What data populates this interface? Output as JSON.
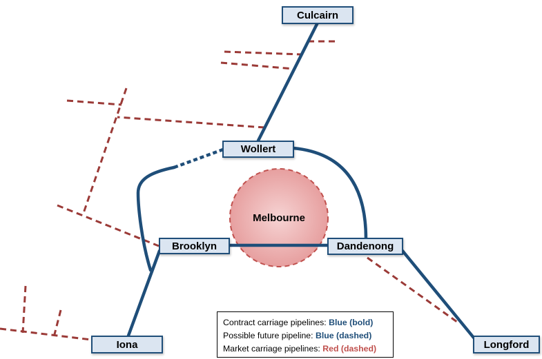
{
  "nodes": {
    "culcairn": "Culcairn",
    "wollert": "Wollert",
    "brooklyn": "Brooklyn",
    "dandenong": "Dandenong",
    "iona": "Iona",
    "longford": "Longford",
    "melbourne": "Melbourne"
  },
  "legend": {
    "contract_label": "Contract carriage pipelines: ",
    "contract_style": "Blue (bold)",
    "future_label": "Possible future pipeline: ",
    "future_style": "Blue (dashed)",
    "market_label": "Market carriage pipelines: ",
    "market_style": "Red (dashed)"
  },
  "colors": {
    "contract": "#1f4e79",
    "market": "#9b3a37",
    "node_fill": "#dbe5f1",
    "melbourne_fill": "#eda7a7"
  }
}
